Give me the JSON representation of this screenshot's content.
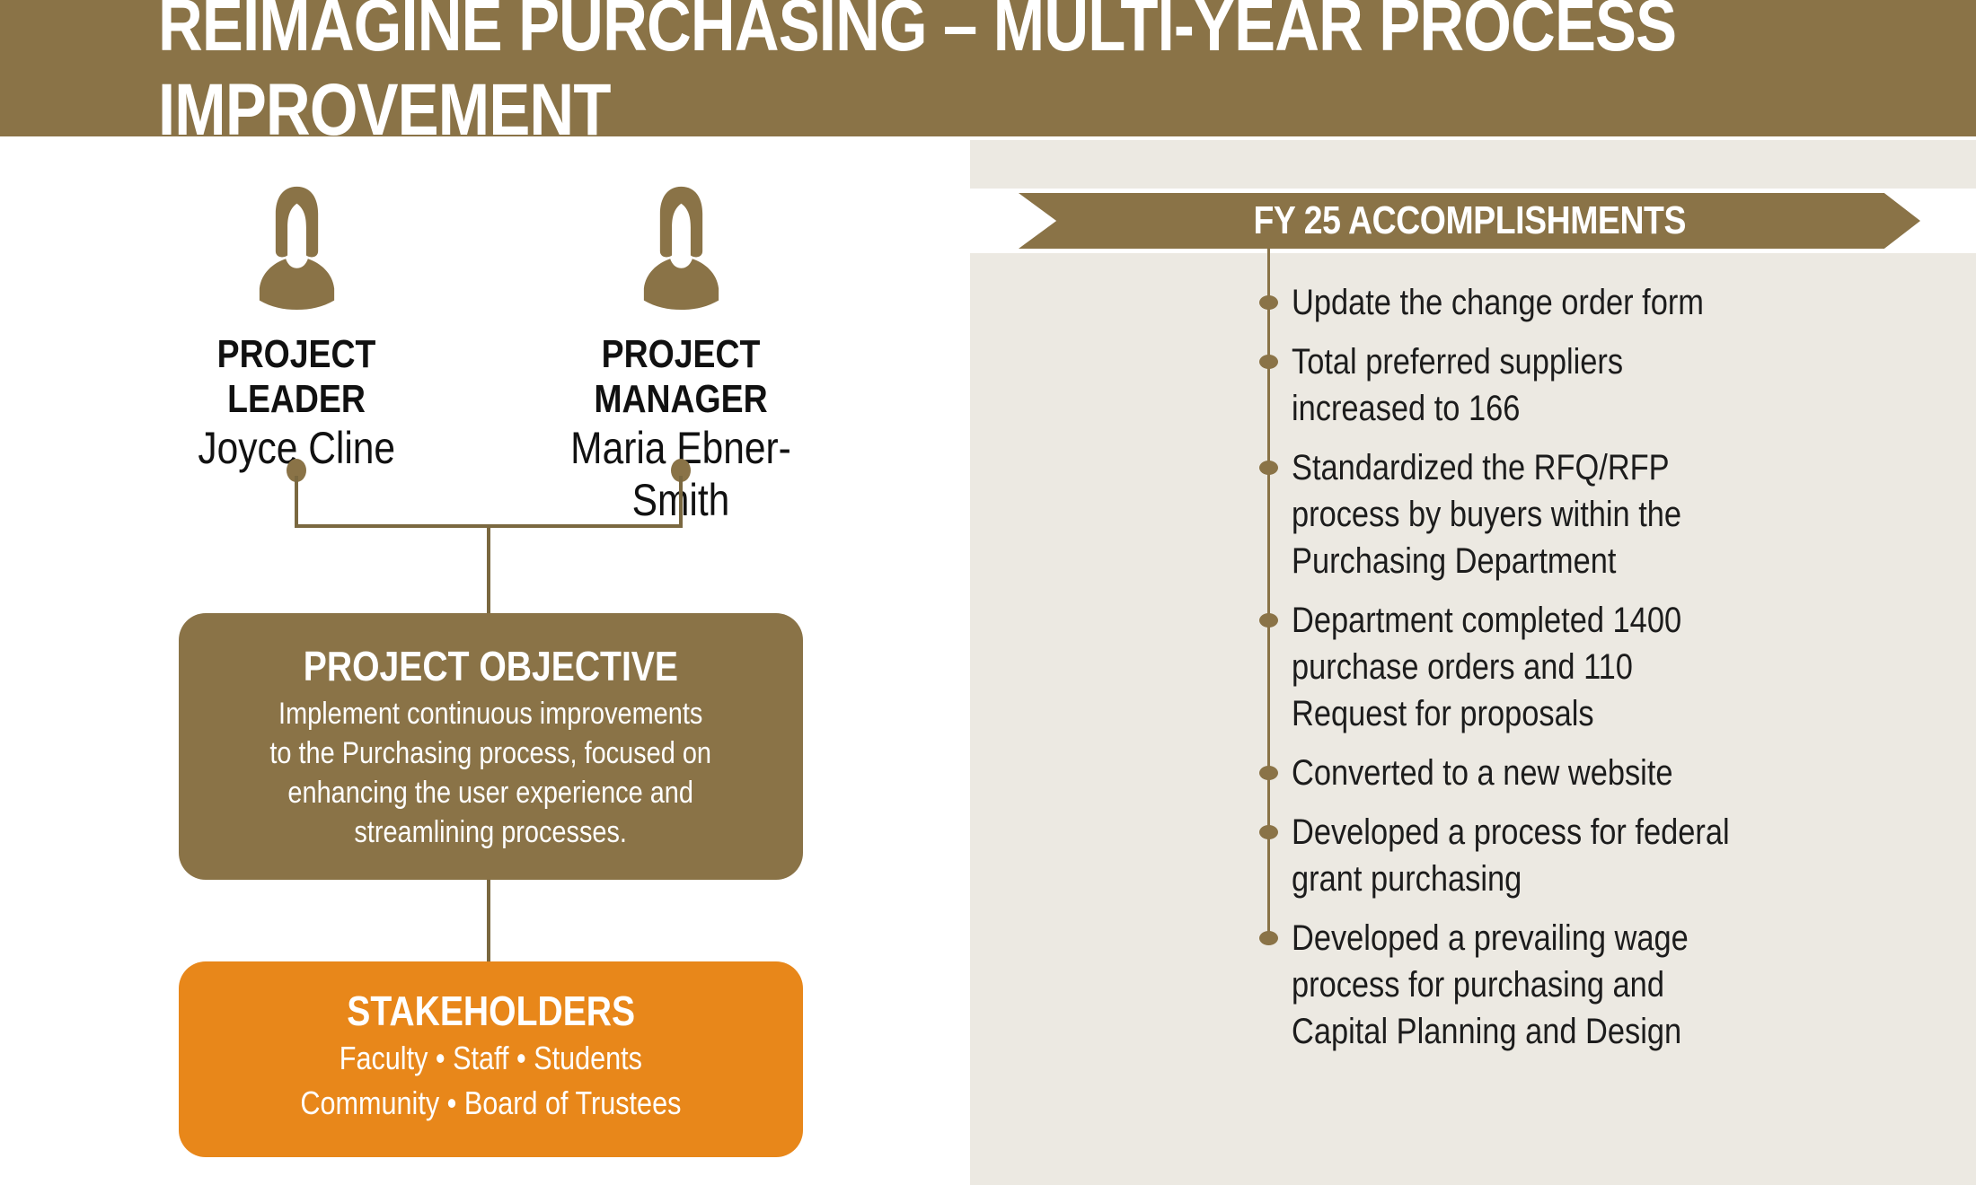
{
  "header": {
    "title": "REIMAGINE PURCHASING – MULTI-YEAR PROCESS IMPROVEMENT"
  },
  "org_chart": {
    "people": [
      {
        "role": "PROJECT LEADER",
        "name": "Joyce Cline"
      },
      {
        "role": "PROJECT MANAGER",
        "name": "Maria Ebner-Smith"
      }
    ],
    "objective": {
      "title": "PROJECT OBJECTIVE",
      "body": "Implement continuous improvements\nto the Purchasing process, focused on\nenhancing the user experience and\nstreamlining processes."
    },
    "stakeholders": {
      "title": "STAKEHOLDERS",
      "line1": "Faculty  •  Staff  •  Students",
      "line2": "Community  •  Board of Trustees"
    }
  },
  "accomplishments": {
    "banner": "FY 25 ACCOMPLISHMENTS",
    "items": [
      "Update the change order form",
      "Total preferred suppliers\nincreased to 166",
      "Standardized the RFQ/RFP\nprocess by buyers within the\nPurchasing Department",
      "Department completed 1400\npurchase orders and 110\nRequest for proposals",
      "Converted to a new website",
      "Developed a process for federal\ngrant purchasing",
      "Developed a prevailing wage\nprocess for purchasing and\nCapital Planning and Design"
    ]
  },
  "colors": {
    "brown": "#8A7347",
    "orange": "#E8871A",
    "panel_gray": "#ECE9E2",
    "white": "#FFFFFF",
    "ink": "#1B1B1B"
  }
}
